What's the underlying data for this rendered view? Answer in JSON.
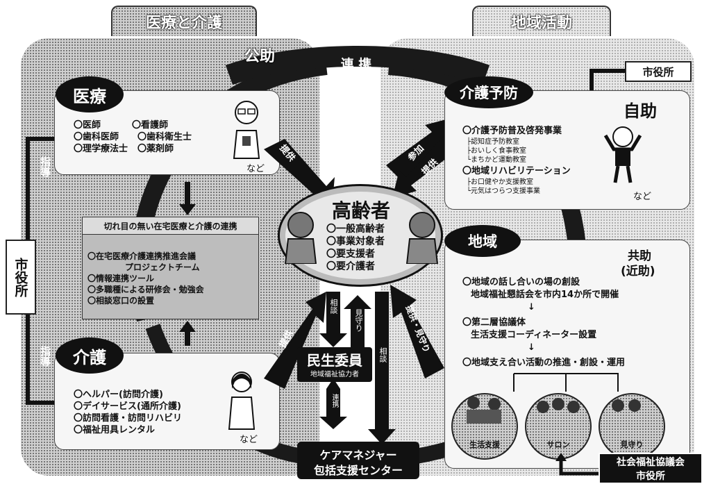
{
  "tabs": {
    "medical_care": "医療と介護",
    "community_activity": "地域活動"
  },
  "public_help": "公助",
  "link_label": "連 携",
  "left_city_office": "市役所",
  "right_city_office": "市役所",
  "left_arrow_labels": {
    "top": "指導",
    "bottom": "指導"
  },
  "iryou": {
    "title": "医療",
    "items": [
      "〇医師",
      "〇看護師",
      "〇歯科医師",
      "〇歯科衛生士",
      "〇理学療法士",
      "〇薬剤師"
    ],
    "etc": "など"
  },
  "renkei": {
    "title": "切れ目の無い在宅医療と介護の連携",
    "items": [
      "〇在宅医療介護連携推進会議",
      "プロジェクトチーム",
      "〇情報連携ツール",
      "〇多職種による研修会・勉強会",
      "〇相談窓口の設置"
    ]
  },
  "kaigo": {
    "title": "介護",
    "items": [
      "〇ヘルパー(訪問介護)",
      "〇デイサービス(通所介護)",
      "〇訪問看護・訪問リハビリ",
      "〇福祉用具レンタル"
    ],
    "etc": "など"
  },
  "center": {
    "title": "高齢者",
    "items": [
      "〇一般高齢者",
      "〇事業対象者",
      "〇要支援者",
      "〇要介護者"
    ]
  },
  "minsei": {
    "title": "民生委員",
    "subtitle": "地域福祉協力者"
  },
  "care_manager": {
    "line1": "ケアマネジャー",
    "line2": "包括支援センター"
  },
  "arrows": {
    "teikyo": "提供",
    "sanka": "参加",
    "soudan": "相談",
    "mimamori": "見守り",
    "teikyo_mimamori": "提供・見守り",
    "renkei": "連携"
  },
  "kaigoyobou": {
    "title": "介護予防",
    "jijo": "自助",
    "items": [
      "〇介護予防普及啓発事業",
      "├認知症予防教室",
      "├おいしく食事教室",
      "└まちかど運動教室",
      "〇地域リハビリテーション",
      "├お口健やか支援教室",
      "└元気はつらつ支援事業"
    ],
    "etc": "など"
  },
  "chiiki": {
    "title": "地域",
    "kyojo": "共助",
    "kinjo": "(近助)",
    "steps": [
      "〇地域の話し合いの場の創設",
      "地域福祉懇話会を市内14か所で開催",
      "↓",
      "〇第二層協議体",
      "生活支援コーディネーター設置",
      "↓",
      "〇地域支え合い活動の推進・創設・運用"
    ],
    "circles": [
      "生活支援",
      "サロン",
      "見守り"
    ]
  },
  "bottom_right_box": {
    "line1": "社会福祉協議会",
    "line2": "市役所"
  }
}
